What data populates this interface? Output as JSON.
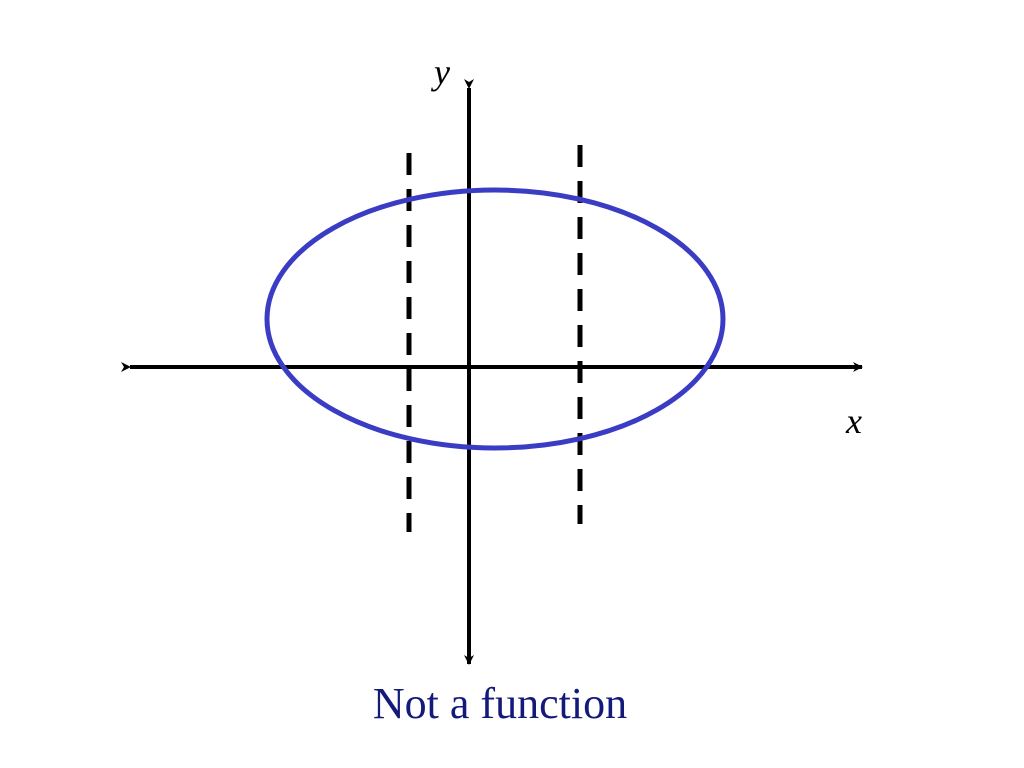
{
  "diagram": {
    "x_axis_label": "x",
    "y_axis_label": "y",
    "caption": "Not a function",
    "colors": {
      "curve": "#3a3cc4",
      "axes": "#000000",
      "test_lines": "#000000",
      "caption": "#141a7a"
    },
    "curve_shape": "ellipse",
    "test_lines_style": "dashed"
  }
}
